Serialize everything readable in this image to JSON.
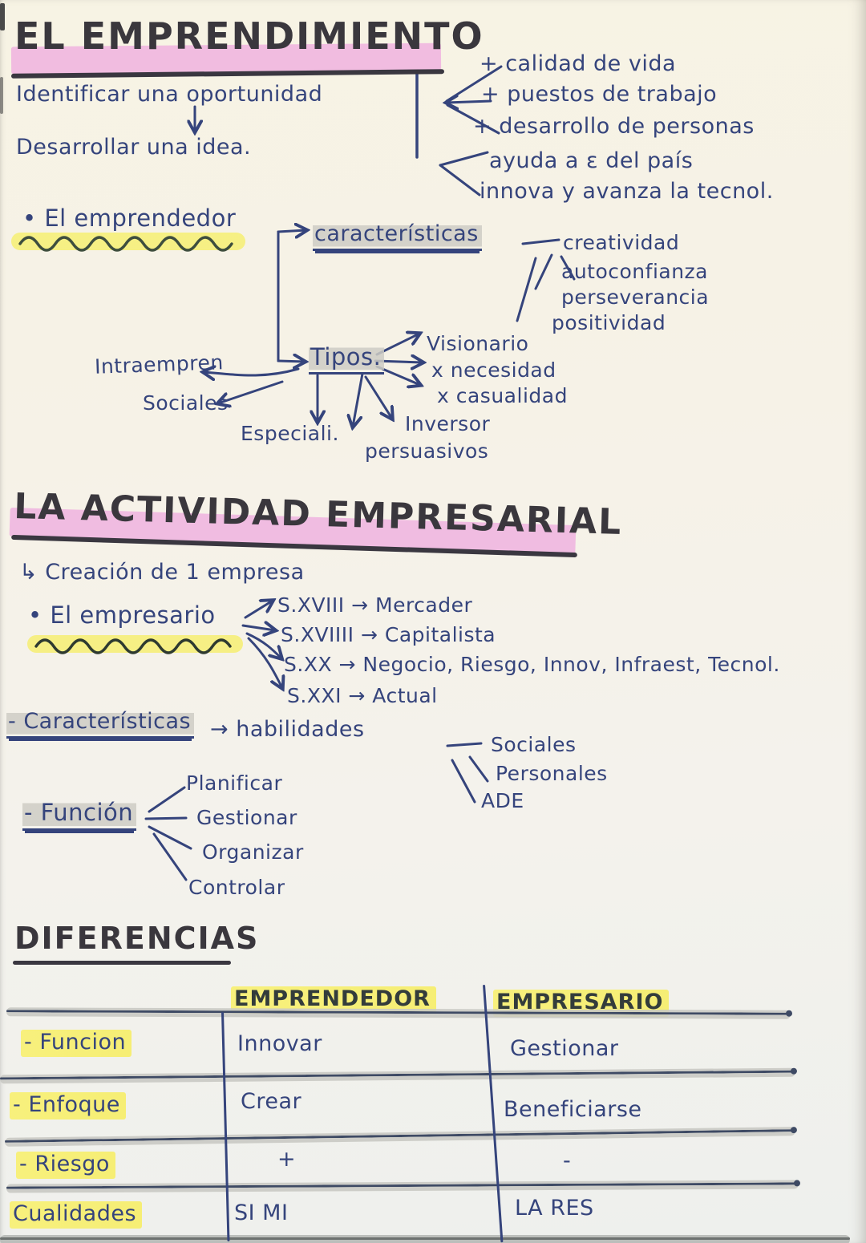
{
  "colors": {
    "ink": "#35447c",
    "marker_dark": "#3a373d",
    "highlight_pink": "#efaede",
    "highlight_yellow": "#f6ee72",
    "highlight_gray": "#cecdc5"
  },
  "emprendimiento": {
    "title": "EL EMPRENDIMIENTO",
    "step1": "Identificar una oportunidad",
    "step2": "Desarrollar una idea.",
    "benefits": [
      "+ calidad de vida",
      "+ puestos de trabajo",
      "+ desarrollo de personas"
    ],
    "country_notes": [
      "ayuda a ε del país",
      "innova y avanza la tecnol."
    ],
    "entrepreneur": "• El emprendedor",
    "caract_label": "características",
    "caract_items": [
      "creatividad",
      "autoconfianza",
      "perseverancia",
      "positividad"
    ],
    "tipos_label": "Tipos.",
    "tipos_right": [
      "Visionario",
      "x necesidad",
      "x casualidad"
    ],
    "tipos_bottom": [
      "Inversor",
      "persuasivos"
    ],
    "tipos_left": [
      "Intraempren",
      "Sociales",
      "Especiali."
    ]
  },
  "actividad": {
    "title": "LA ACTIVIDAD EMPRESARIAL",
    "creation": "↳ Creación de 1 empresa",
    "empresario": "• El empresario",
    "timeline": [
      "S.XVIII → Mercader",
      "S.XVIIII → Capitalista",
      "S.XX → Negocio, Riesgo, Innov, Infraest, Tecnol.",
      "S.XXI → Actual"
    ],
    "caract_label": "- Características",
    "caract_arrow": "→ habilidades",
    "habilidades_items": [
      "Sociales",
      "Personales",
      "ADE"
    ],
    "funcion_label": "- Función",
    "funcion_items": [
      "Planificar",
      "Gestionar",
      "Organizar",
      "Controlar"
    ]
  },
  "diferencias": {
    "title": "DIFERENCIAS",
    "col_headers": [
      "EMPRENDEDOR",
      "EMPRESARIO"
    ],
    "rows": [
      {
        "label": "- Funcion",
        "c1": "Innovar",
        "c2": "Gestionar"
      },
      {
        "label": "- Enfoque",
        "c1": "Crear",
        "c2": "Beneficiarse"
      },
      {
        "label": "- Riesgo",
        "c1": "+",
        "c2": "-"
      },
      {
        "label": "Cualidades",
        "c1": "SI MI",
        "c2": "LA RES"
      }
    ]
  }
}
